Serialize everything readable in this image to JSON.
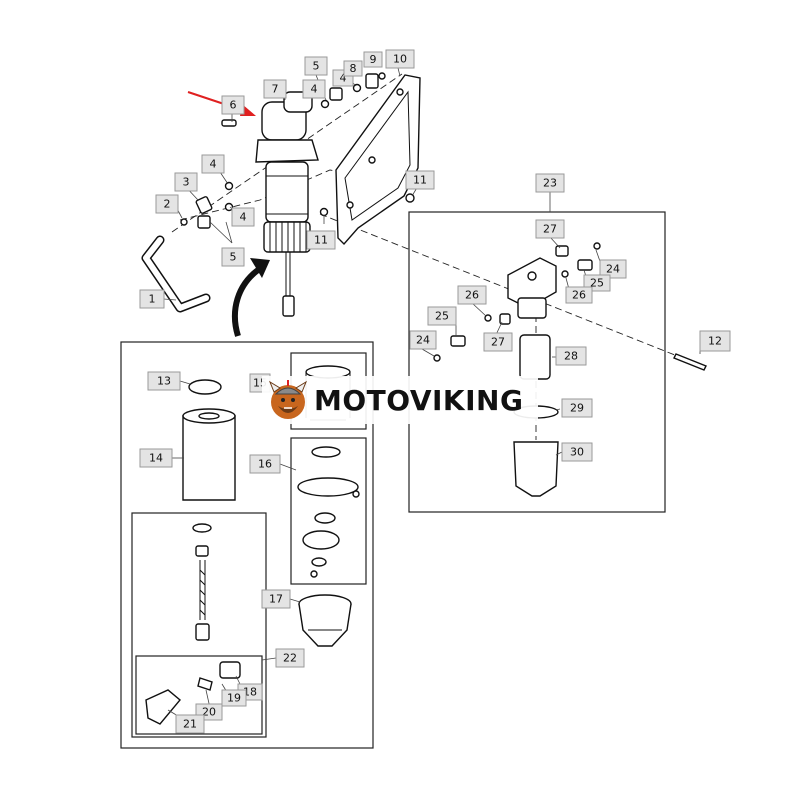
{
  "callouts": [
    "1",
    "2",
    "3",
    "4",
    "5",
    "6",
    "7",
    "8",
    "9",
    "10",
    "11",
    "12",
    "13",
    "14",
    "15",
    "16",
    "17",
    "18",
    "19",
    "20",
    "21",
    "22",
    "23",
    "24",
    "25",
    "26",
    "27",
    "28",
    "29",
    "30"
  ],
  "watermark": {
    "brand": "MOTOVIKING"
  },
  "colors": {
    "arrow_red": "#e02020",
    "callout_fill": "#e4e4e4",
    "logo_orange": "#c8661e",
    "logo_brown": "#6b3a16"
  }
}
